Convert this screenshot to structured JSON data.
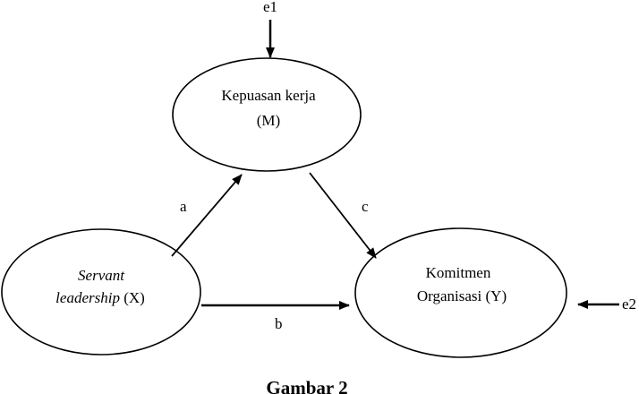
{
  "nodes": {
    "m": {
      "line1": "Kepuasan kerja",
      "line2": "(M)"
    },
    "x": {
      "line1": "Servant",
      "line2_italic": "leadership",
      "line2_rest": " (X)"
    },
    "y": {
      "line1": "Komitmen",
      "line2": "Organisasi (Y)"
    }
  },
  "paths": {
    "a": "a",
    "b": "b",
    "c": "c"
  },
  "errors": {
    "e1": "e1",
    "e2": "e2"
  },
  "caption": "Gambar 2"
}
